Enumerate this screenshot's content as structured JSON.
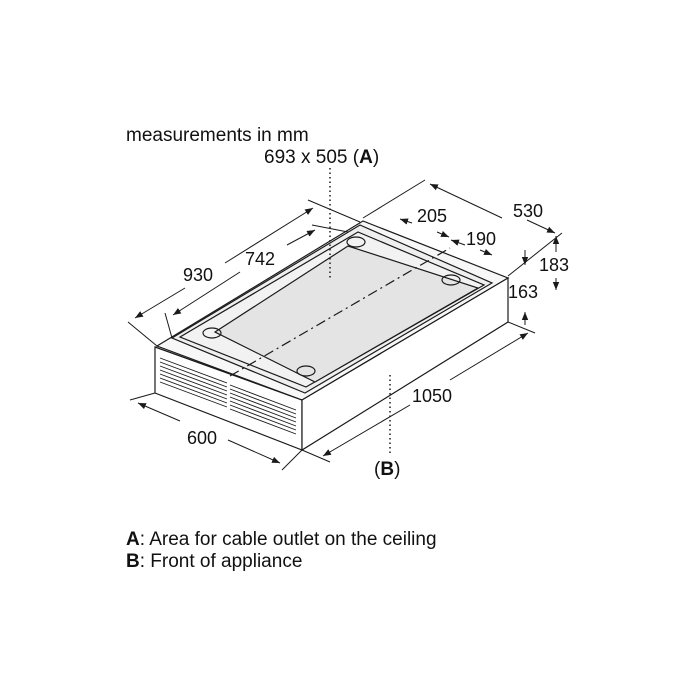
{
  "header": {
    "units_note": "measurements in mm",
    "area_a_size": "693 x 505",
    "area_a_letter": "A"
  },
  "dimensions": {
    "depth_total": "530",
    "bracket_offset_1": "205",
    "bracket_offset_2": "190",
    "height_total": "183",
    "height_body": "163",
    "length_overall": "930",
    "length_brackets": "742",
    "width": "600",
    "length": "1050"
  },
  "front_marker": {
    "letter": "B"
  },
  "legend": [
    {
      "key": "A",
      "text": ": Area for cable outlet on the ceiling"
    },
    {
      "key": "B",
      "text": ": Front of appliance"
    }
  ],
  "colors": {
    "line": "#1a1a1a",
    "top_fill": "#f2f2f2",
    "glass_fill": "#e6e6e6"
  }
}
